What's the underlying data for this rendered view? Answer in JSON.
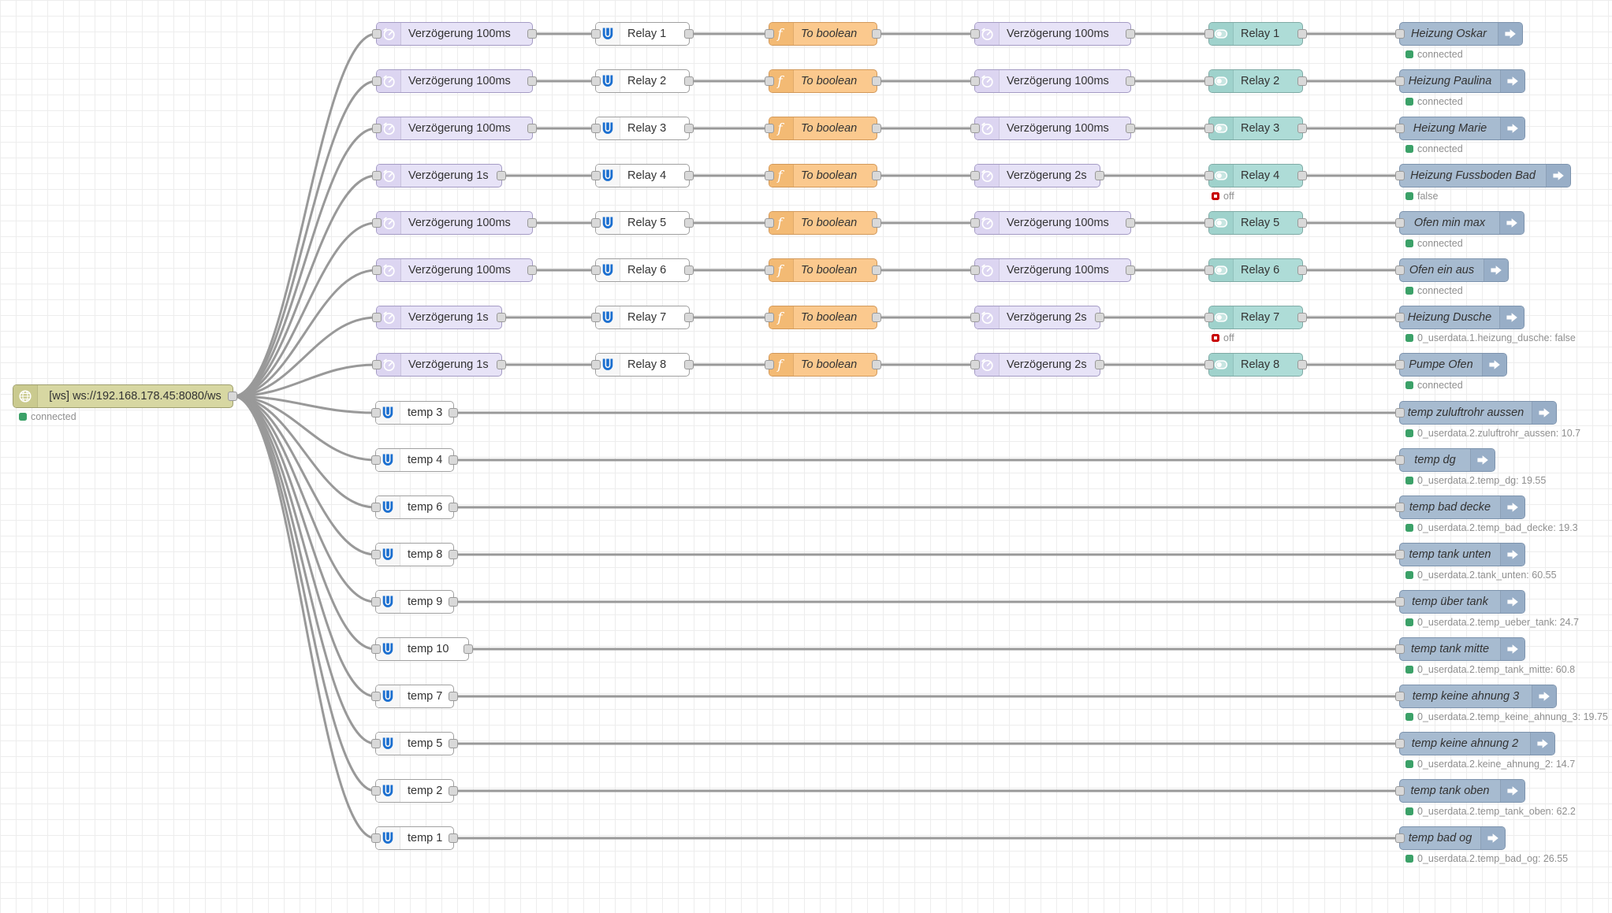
{
  "canvas": {
    "background": "#ffffff",
    "grid_color": "#ededed",
    "wire_color": "#999999"
  },
  "colors": {
    "status_ok": "#3BA168",
    "status_off": "#C80000",
    "websocket": {
      "body": "#D7D7A2",
      "shade": "#CACA8F",
      "border": "#9F9F6F"
    },
    "delay": {
      "body": "#E7E3F7",
      "shade": "#DCD5F1",
      "border": "#A49BC4"
    },
    "white": {
      "body": "#FFFFFF",
      "shade": "#F7F7F7",
      "border": "#A0A0A0"
    },
    "function": {
      "body": "#FBC98E",
      "shade": "#F3BA74",
      "border": "#D2995B"
    },
    "switch": {
      "body": "#AEDCD7",
      "shade": "#9FD2CC",
      "border": "#7FAAA5"
    },
    "output": {
      "body": "#A7BBD0",
      "shade": "#98AEC7",
      "border": "#7D93AD"
    },
    "relay_icon_blue": "#1B6FD0"
  },
  "icons": {
    "websocket": "globe-icon",
    "delay": "timer-icon",
    "relay": "letter-u-icon",
    "function": "function-f-icon",
    "switch": "toggle-switch-icon",
    "output": "arrow-right-icon"
  },
  "websocket_node": {
    "label": "[ws] ws://192.168.178.45:8080/ws",
    "status": {
      "shape": "dot",
      "color": "#3BA168",
      "text": "connected"
    }
  },
  "relay_chains": [
    {
      "delay_in": "Verzögerung 100ms",
      "relay": "Relay 1",
      "function": "To boolean",
      "delay_out": "Verzögerung 100ms",
      "switch": "Relay 1",
      "switch_status": null,
      "output": "Heizung Oskar",
      "output_status": {
        "shape": "dot",
        "color": "#3BA168",
        "text": "connected"
      }
    },
    {
      "delay_in": "Verzögerung 100ms",
      "relay": "Relay 2",
      "function": "To boolean",
      "delay_out": "Verzögerung 100ms",
      "switch": "Relay 2",
      "switch_status": null,
      "output": "Heizung Paulina",
      "output_status": {
        "shape": "dot",
        "color": "#3BA168",
        "text": "connected"
      }
    },
    {
      "delay_in": "Verzögerung 100ms",
      "relay": "Relay 3",
      "function": "To boolean",
      "delay_out": "Verzögerung 100ms",
      "switch": "Relay 3",
      "switch_status": null,
      "output": "Heizung Marie",
      "output_status": {
        "shape": "dot",
        "color": "#3BA168",
        "text": "connected"
      }
    },
    {
      "delay_in": "Verzögerung 1s",
      "relay": "Relay 4",
      "function": "To boolean",
      "delay_out": "Verzögerung 2s",
      "switch": "Relay 4",
      "switch_status": {
        "shape": "ring",
        "color": "#C80000",
        "text": "off"
      },
      "output": "Heizung Fussboden Bad",
      "output_status": {
        "shape": "dot",
        "color": "#3BA168",
        "text": "false"
      }
    },
    {
      "delay_in": "Verzögerung 100ms",
      "relay": "Relay 5",
      "function": "To boolean",
      "delay_out": "Verzögerung 100ms",
      "switch": "Relay 5",
      "switch_status": null,
      "output": "Ofen min max",
      "output_status": {
        "shape": "dot",
        "color": "#3BA168",
        "text": "connected"
      }
    },
    {
      "delay_in": "Verzögerung 100ms",
      "relay": "Relay 6",
      "function": "To boolean",
      "delay_out": "Verzögerung 100ms",
      "switch": "Relay 6",
      "switch_status": null,
      "output": "Ofen ein aus",
      "output_status": {
        "shape": "dot",
        "color": "#3BA168",
        "text": "connected"
      }
    },
    {
      "delay_in": "Verzögerung 1s",
      "relay": "Relay 7",
      "function": "To boolean",
      "delay_out": "Verzögerung 2s",
      "switch": "Relay 7",
      "switch_status": {
        "shape": "ring",
        "color": "#C80000",
        "text": "off"
      },
      "output": "Heizung Dusche",
      "output_status": {
        "shape": "dot",
        "color": "#3BA168",
        "text": "0_userdata.1.heizung_dusche: false"
      }
    },
    {
      "delay_in": "Verzögerung 1s",
      "relay": "Relay 8",
      "function": "To boolean",
      "delay_out": "Verzögerung 2s",
      "switch": "Relay 8",
      "switch_status": null,
      "output": "Pumpe Ofen",
      "output_status": {
        "shape": "dot",
        "color": "#3BA168",
        "text": "connected"
      }
    }
  ],
  "temp_chains": [
    {
      "source": "temp 3",
      "output": "temp zuluftrohr aussen",
      "status": {
        "shape": "dot",
        "color": "#3BA168",
        "text": "0_userdata.2.zuluftrohr_aussen: 10.7"
      }
    },
    {
      "source": "temp 4",
      "output": "temp dg",
      "status": {
        "shape": "dot",
        "color": "#3BA168",
        "text": "0_userdata.2.temp_dg: 19.55"
      }
    },
    {
      "source": "temp 6",
      "output": "temp bad decke",
      "status": {
        "shape": "dot",
        "color": "#3BA168",
        "text": "0_userdata.2.temp_bad_decke: 19.3"
      }
    },
    {
      "source": "temp 8",
      "output": "temp tank unten",
      "status": {
        "shape": "dot",
        "color": "#3BA168",
        "text": "0_userdata.2.tank_unten: 60.55"
      }
    },
    {
      "source": "temp 9",
      "output": "temp über tank",
      "status": {
        "shape": "dot",
        "color": "#3BA168",
        "text": "0_userdata.2.temp_ueber_tank: 24.7"
      }
    },
    {
      "source": "temp 10",
      "output": "temp tank mitte",
      "status": {
        "shape": "dot",
        "color": "#3BA168",
        "text": "0_userdata.2.temp_tank_mitte: 60.8"
      }
    },
    {
      "source": "temp 7",
      "output": "temp keine ahnung 3",
      "status": {
        "shape": "dot",
        "color": "#3BA168",
        "text": "0_userdata.2.temp_keine_ahnung_3: 19.75"
      }
    },
    {
      "source": "temp 5",
      "output": "temp keine ahnung 2",
      "status": {
        "shape": "dot",
        "color": "#3BA168",
        "text": "0_userdata.2.keine_ahnung_2: 14.7"
      }
    },
    {
      "source": "temp 2",
      "output": "temp tank oben",
      "status": {
        "shape": "dot",
        "color": "#3BA168",
        "text": "0_userdata.2.temp_tank_oben: 62.2"
      }
    },
    {
      "source": "temp 1",
      "output": "temp bad og",
      "status": {
        "shape": "dot",
        "color": "#3BA168",
        "text": "0_userdata.2.temp_bad_og: 26.55"
      }
    }
  ]
}
